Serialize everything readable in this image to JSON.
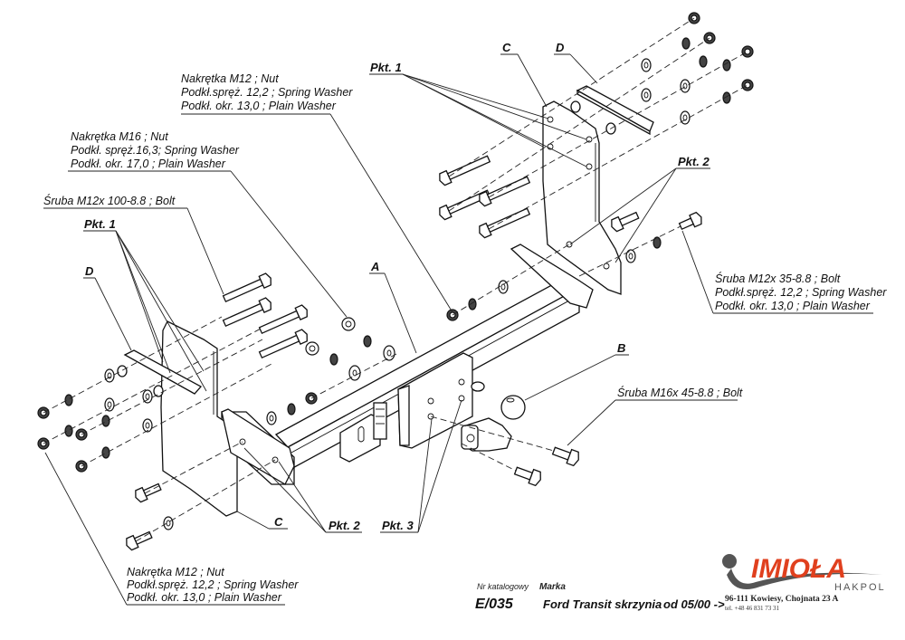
{
  "drawing": {
    "title": "Towbar exploded assembly diagram",
    "part_refs": {
      "A": "A",
      "B": "B",
      "C_top": "C",
      "C_bottom": "C",
      "D_top": "D",
      "D_left": "D"
    },
    "points": {
      "pkt1_top": "Pkt. 1",
      "pkt1_left": "Pkt. 1",
      "pkt2_right": "Pkt. 2",
      "pkt2_bottom": "Pkt. 2",
      "pkt3": "Pkt. 3"
    },
    "callouts": {
      "nut_m12_top": [
        "Nakrętka  M12 ; Nut",
        "Podkł.spręż. 12,2 ; Spring Washer",
        "Podkł. okr. 13,0 ;  Plain Washer"
      ],
      "nut_m16": [
        "Nakrętka  M16 ; Nut",
        "Podkł. spręż.16,3; Spring Washer",
        "Podkł. okr. 17,0 ; Plain Washer"
      ],
      "bolt_m12x100": [
        "Śruba M12x 100-8.8 ;  Bolt"
      ],
      "bolt_m12x35": [
        "Śruba M12x 35-8.8 ;  Bolt",
        "Podkł.spręż. 12,2 ; Spring Washer",
        "Podkł. okr. 13,0 ;  Plain Washer"
      ],
      "bolt_m16x45": [
        "Śruba M16x 45-8.8 ;  Bolt"
      ],
      "nut_m12_bottom": [
        "Nakrętka  M12 ; Nut",
        "Podkł.spręż. 12,2 ; Spring Washer",
        "Podkł. okr. 13,0 ;  Plain Washer"
      ]
    }
  },
  "title_block": {
    "catalog_label": "Nr katalogowy",
    "catalog_number": "E/035",
    "make_label": "Marka",
    "model": "Ford Transit skrzynia",
    "date_range": "od 05/00 ->",
    "company": {
      "logo_text": "IMIOŁA",
      "logo_sub": "HAKPOL",
      "address": "96-111 Kowiesy, Chojnata 23 A",
      "phone": "tel. +48 46 831 73 31",
      "brand_color": "#e0401e",
      "swoosh_color": "#555555"
    }
  }
}
